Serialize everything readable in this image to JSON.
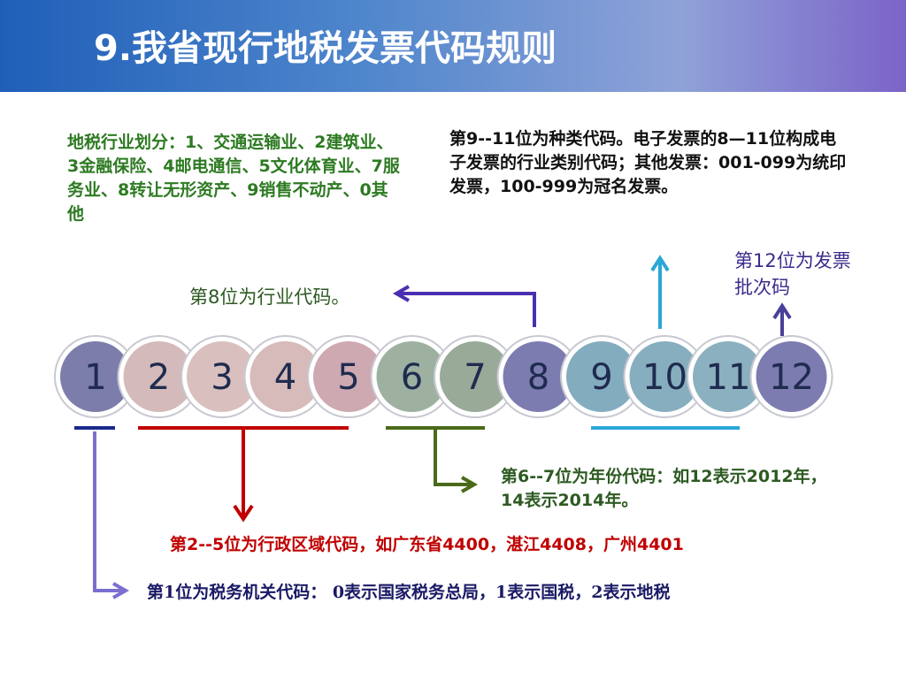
{
  "title": "9.我省现行地税发票代码规则",
  "digits": [
    {
      "label": "1",
      "color": "#6f6fa3"
    },
    {
      "label": "2",
      "color": "#cfb3b3"
    },
    {
      "label": "3",
      "color": "#d6b8b8"
    },
    {
      "label": "4",
      "color": "#d3b3b3"
    },
    {
      "label": "5",
      "color": "#c9a0a8"
    },
    {
      "label": "6",
      "color": "#93a897"
    },
    {
      "label": "7",
      "color": "#8ea18d"
    },
    {
      "label": "8",
      "color": "#6f6ea8"
    },
    {
      "label": "9",
      "color": "#77a3b8"
    },
    {
      "label": "10",
      "color": "#79a5b8"
    },
    {
      "label": "11",
      "color": "#7ea7b8"
    },
    {
      "label": "12",
      "color": "#6f6ea8"
    }
  ],
  "notes": {
    "industry": "地税行业划分：1、交通运输业、2建筑业、3金融保险、4邮电通信、5文化体育业、7服务业、8转让无形资产、9销售不动产、0其他",
    "type": "第9--11位为种类代码。电子发票的8—11位构成电子发票的行业类别代码；其他发票：001-099为统印发票，100-999为冠名发票。",
    "batch": "第12位为发票批次码",
    "industry_code": "第8位为行业代码。",
    "year": "第6--7位为年份代码：如12表示2012年，14表示2014年。",
    "region": "第2--5位为行政区域代码，如广东省4400，湛江4408，广州4401",
    "office": "第1位为税务机关代码： 0表示国家税务总局，1表示国税，2表示地税"
  },
  "colors": {
    "office": "#7b6fd0",
    "region": "#c00000",
    "year": "#4a6a1a",
    "industry": "#4a2fb0",
    "type": "#2aa8d8",
    "batch": "#4a3f9a"
  }
}
